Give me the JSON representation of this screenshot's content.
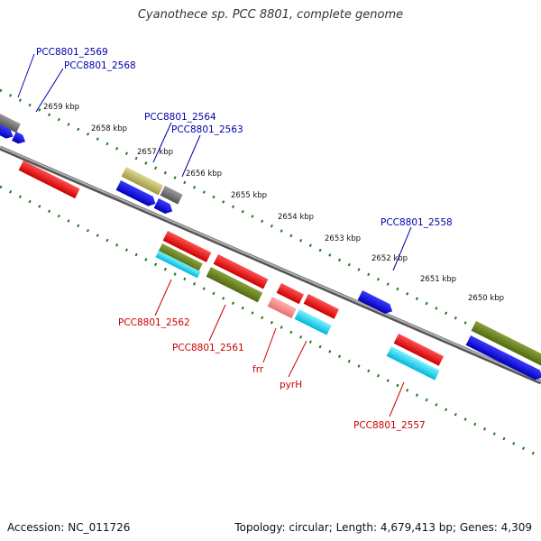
{
  "title": "Cyanothece sp. PCC 8801, complete genome",
  "footer": {
    "accession": "Accession: NC_011726",
    "stats": "Topology: circular; Length: 4,679,413 bp; Genes: 4,309"
  },
  "colors": {
    "backbone": "#8a8a8a",
    "forward_label": "#0000aa",
    "reverse_label": "#cc0000",
    "tick_dots": "#1a7a1a"
  },
  "ticks": [
    "2659 kbp",
    "2658 kbp",
    "2657 kbp",
    "2656 kbp",
    "2655 kbp",
    "2654 kbp",
    "2653 kbp",
    "2652 kbp",
    "2651 kbp",
    "2650 kbp"
  ],
  "gene_labels": {
    "g2569": "PCC8801_2569",
    "g2568": "PCC8801_2568",
    "g2564": "PCC8801_2564",
    "g2563": "PCC8801_2563",
    "g2558": "PCC8801_2558",
    "g2562": "PCC8801_2562",
    "g2561": "PCC8801_2561",
    "frr": "frr",
    "pyrH": "pyrH",
    "g2557": "PCC8801_2557"
  }
}
